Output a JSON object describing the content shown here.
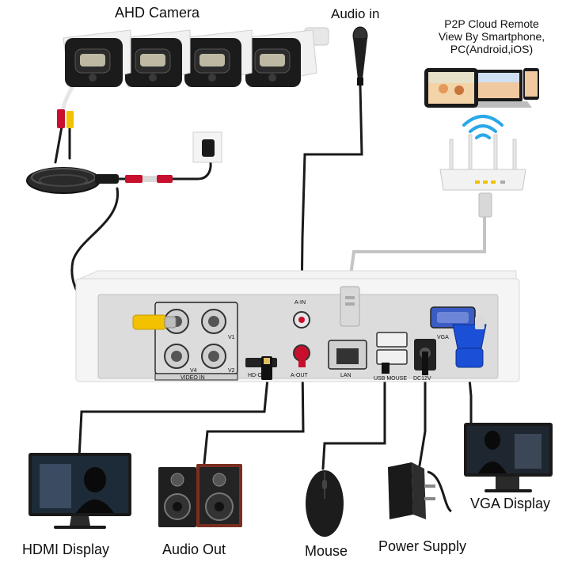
{
  "labels": {
    "ahd_camera": "AHD Camera",
    "audio_in": "Audio in",
    "cloud_line1": "P2P Cloud Remote",
    "cloud_line2": "View By Smartphone,",
    "cloud_line3": "PC(Android,iOS)",
    "hdmi_display": "HDMI Display",
    "audio_out": "Audio Out",
    "mouse": "Mouse",
    "power_supply": "Power Supply",
    "vga_display": "VGA Display"
  },
  "ports": {
    "video_in": "VIDEO IN",
    "v1": "V1",
    "v2": "V2",
    "v4": "V4",
    "a_in": "A-IN",
    "a_out": "A-OUT",
    "hd_out": "HD-OUT",
    "lan": "LAN",
    "usb_mouse": "USB MOUSE",
    "dc12v": "DC12V",
    "vga": "VGA"
  },
  "colors": {
    "cable_black": "#1a1a1a",
    "cable_grey": "#bdbdbd",
    "bnc_yellow": "#f2c200",
    "rca_red": "#c8102e",
    "vga_blue": "#1b4fd6",
    "wifi_blue": "#2aa8e8"
  }
}
